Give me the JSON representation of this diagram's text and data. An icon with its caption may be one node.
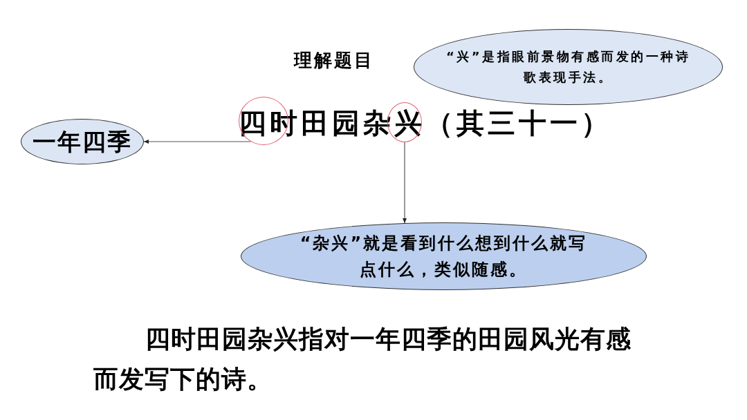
{
  "diagram": {
    "title": "理解题目",
    "nodes": [
      {
        "text": [
          "“兴”是指眼前景物有感而发的一种诗歌表现手法。"
        ]
      },
      {
        "text": [],
        "shape": "circle"
      },
      {
        "text": [],
        "shape": "circle"
      },
      {
        "text": [
          "一年四季"
        ]
      },
      {
        "text": [
          "“杂兴”就是看到什么想到什么就写点什么，类似随感。"
        ]
      }
    ],
    "edges": [
      {
        "from": 1,
        "to": 3,
        "arrow": "to"
      },
      {
        "from": 2,
        "to": 4,
        "arrow": "to"
      }
    ],
    "labels": [
      "四时田园杂兴（其三十一）",
      "四时田园杂兴指对一年四季的田园风光有感而发写下的诗。"
    ]
  }
}
